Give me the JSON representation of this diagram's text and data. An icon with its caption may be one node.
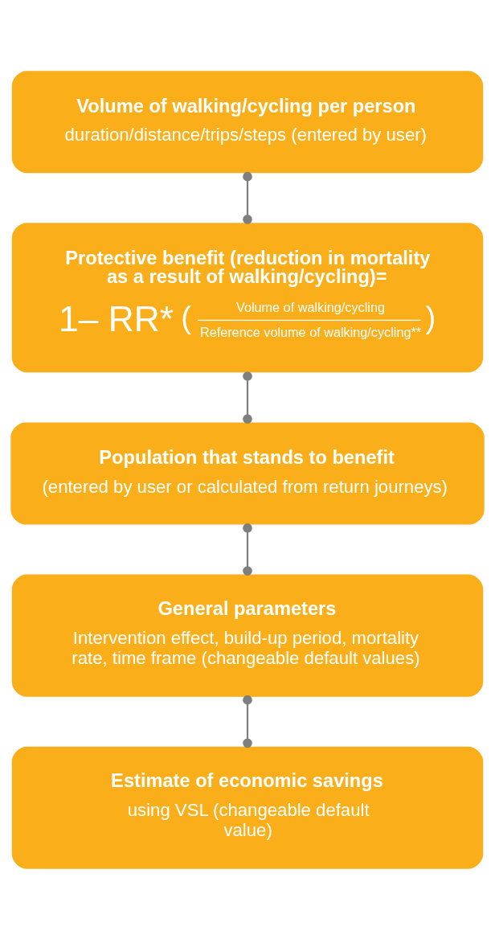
{
  "diagram": {
    "nodes": [
      {
        "text": [
          "Volume of walking/cycling per person",
          "duration/distance/trips/steps (entered by user)"
        ]
      },
      {
        "text": [
          "Protective benefit (reduction in mortality as a result of walking/cycling)=",
          "1– RR*",
          "(",
          "Volume of walking/cycling",
          "Reference volume of walking/cycling**",
          ")"
        ]
      },
      {
        "text": [
          "Population that stands to benefit",
          "(entered by user or calculated from return journeys)"
        ]
      },
      {
        "text": [
          "General parameters",
          "Intervention effect, build-up period, mortality rate, time frame (changeable default values)"
        ]
      },
      {
        "text": [
          "Estimate of economic savings",
          "using VSL (changeable default value)"
        ]
      }
    ],
    "edges": [
      {
        "from": 0,
        "to": 1,
        "arrow": "other"
      },
      {
        "from": 1,
        "to": 2,
        "arrow": "other"
      },
      {
        "from": 2,
        "to": 3,
        "arrow": "other"
      },
      {
        "from": 3,
        "to": 4,
        "arrow": "other"
      }
    ]
  }
}
